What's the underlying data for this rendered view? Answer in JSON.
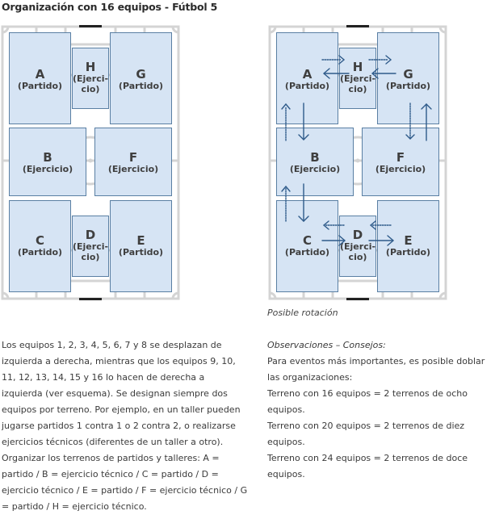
{
  "title": "Organización con 16 equipos - Fútbol 5",
  "zone_colors": {
    "fill": "#d6e4f4",
    "border": "#5a7fa3",
    "arrow": "#2f5b8a",
    "pitch_lines": "#d2d2d2",
    "goal": "#222222"
  },
  "left_diagram": {
    "zones": {
      "A": {
        "letter": "A",
        "type": "(Partido)"
      },
      "H": {
        "letter": "H",
        "type_line1": "(Ejerci-",
        "type_line2": "cio)"
      },
      "G": {
        "letter": "G",
        "type": "(Partido)"
      },
      "B": {
        "letter": "B",
        "type": "(Ejercicio)"
      },
      "F": {
        "letter": "F",
        "type": "(Ejercicio)"
      },
      "C": {
        "letter": "C",
        "type": "(Partido)"
      },
      "D": {
        "letter": "D",
        "type_line1": "(Ejerci-",
        "type_line2": "cio)"
      },
      "E": {
        "letter": "E",
        "type": "(Partido)"
      }
    }
  },
  "right_diagram": {
    "zones": {
      "A": {
        "letter": "A",
        "type": "(Partido)"
      },
      "H": {
        "letter": "H",
        "type_line1": "(Ejerci-",
        "type_line2": "cio)"
      },
      "G": {
        "letter": "G",
        "type": "(Partido)"
      },
      "B": {
        "letter": "B",
        "type": "(Ejercicio)"
      },
      "F": {
        "letter": "F",
        "type": "(Ejercicio)"
      },
      "C": {
        "letter": "C",
        "type": "(Partido)"
      },
      "D": {
        "letter": "D",
        "type_line1": "(Ejerci-",
        "type_line2": "cio)"
      },
      "E": {
        "letter": "E",
        "type": "(Partido)"
      }
    },
    "caption": "Posible rotación",
    "rotation_arrows": [
      {
        "from": "A",
        "to": "H",
        "style": "dotted"
      },
      {
        "from": "H",
        "to": "G",
        "style": "dotted"
      },
      {
        "from": "H",
        "to": "A",
        "style": "solid"
      },
      {
        "from": "G",
        "to": "H",
        "style": "solid"
      },
      {
        "from": "A",
        "to": "B",
        "style": "solid"
      },
      {
        "from": "B",
        "to": "A",
        "style": "dotted"
      },
      {
        "from": "G",
        "to": "F",
        "style": "dotted"
      },
      {
        "from": "F",
        "to": "G",
        "style": "solid"
      },
      {
        "from": "B",
        "to": "C",
        "style": "solid"
      },
      {
        "from": "C",
        "to": "B",
        "style": "dotted"
      },
      {
        "from": "D",
        "to": "C",
        "style": "dotted"
      },
      {
        "from": "E",
        "to": "D",
        "style": "dotted"
      },
      {
        "from": "C",
        "to": "D",
        "style": "solid"
      },
      {
        "from": "D",
        "to": "E",
        "style": "solid"
      }
    ]
  },
  "description": "Los equipos 1, 2, 3, 4, 5, 6, 7 y 8 se desplazan de izquierda a derecha, mientras que los equipos 9, 10, 11, 12, 13, 14, 15 y 16 lo hacen de derecha a izquierda (ver esquema). Se designan siempre dos equipos por terreno. Por ejemplo, en un taller pueden jugarse partidos 1 contra 1 o 2 contra 2, o realizarse ejercicios técnicos (diferentes de un taller a otro). Organizar los terrenos de partidos y talleres: A = partido / B = ejercicio técnico / C  = partido / D = ejercicio técnico / E = partido / F =  ejercicio técnico / G = partido / H = ejercicio técnico.",
  "observations": {
    "heading": "Observaciones – Consejos:",
    "intro": "Para eventos más importantes, es posible doblar las organizaciones:",
    "lines": [
      "Terreno con 16 equipos = 2 terrenos de ocho equipos.",
      "Terreno con 20 equipos = 2 terrenos de diez equipos.",
      "Terreno con 24 equipos = 2 terrenos de doce equipos."
    ]
  }
}
